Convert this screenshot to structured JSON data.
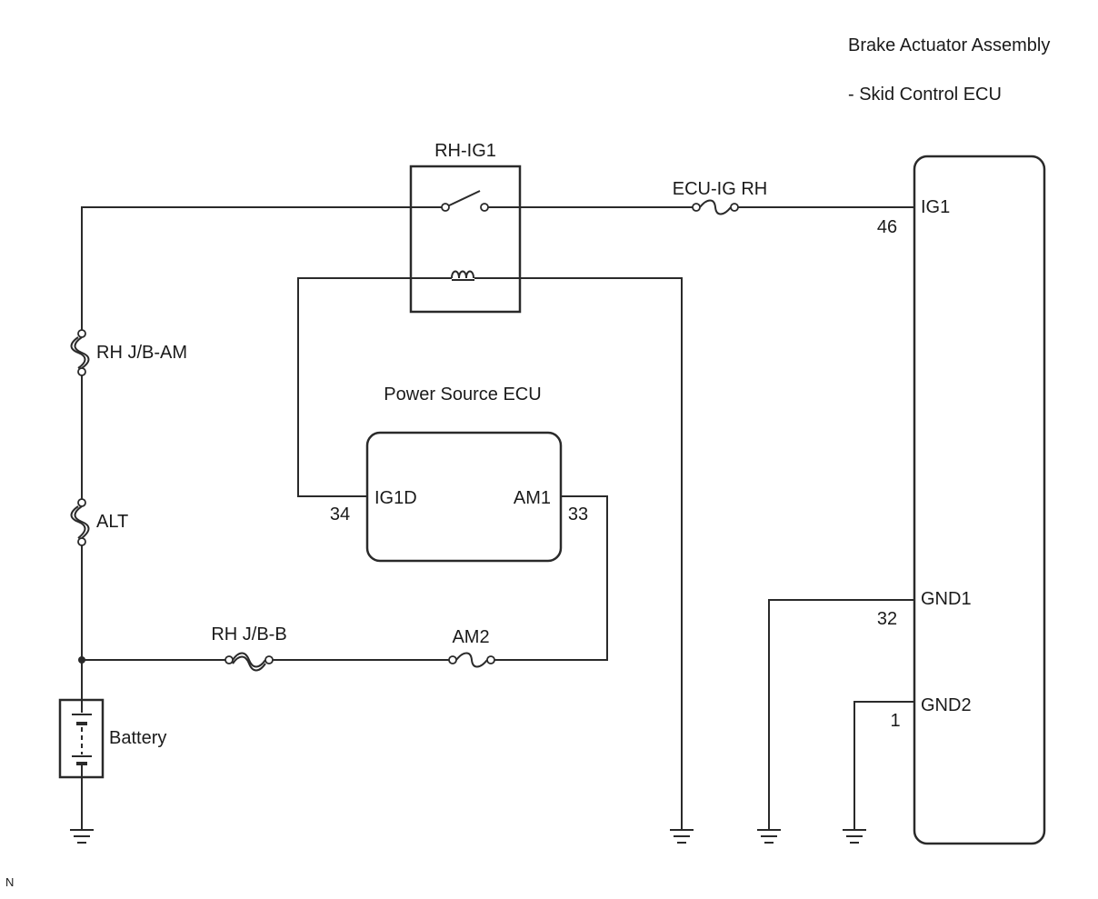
{
  "components": {
    "brake_actuator": {
      "title_line1": "Brake Actuator Assembly",
      "title_line2": "- Skid Control ECU",
      "pins": [
        {
          "name": "IG1",
          "number": "46"
        },
        {
          "name": "GND1",
          "number": "32"
        },
        {
          "name": "GND2",
          "number": "1"
        }
      ]
    },
    "power_source_ecu": {
      "title": "Power Source ECU",
      "pins": [
        {
          "name": "IG1D",
          "number": "34"
        },
        {
          "name": "AM1",
          "number": "33"
        }
      ]
    },
    "relay": {
      "label": "RH-IG1"
    },
    "battery": {
      "label": "Battery"
    }
  },
  "fuses": {
    "ecu_ig_rh": "ECU-IG RH",
    "rh_jb_am": "RH J/B-AM",
    "alt": "ALT",
    "rh_jb_b": "RH J/B-B",
    "am2": "AM2"
  },
  "corner_mark": "N"
}
